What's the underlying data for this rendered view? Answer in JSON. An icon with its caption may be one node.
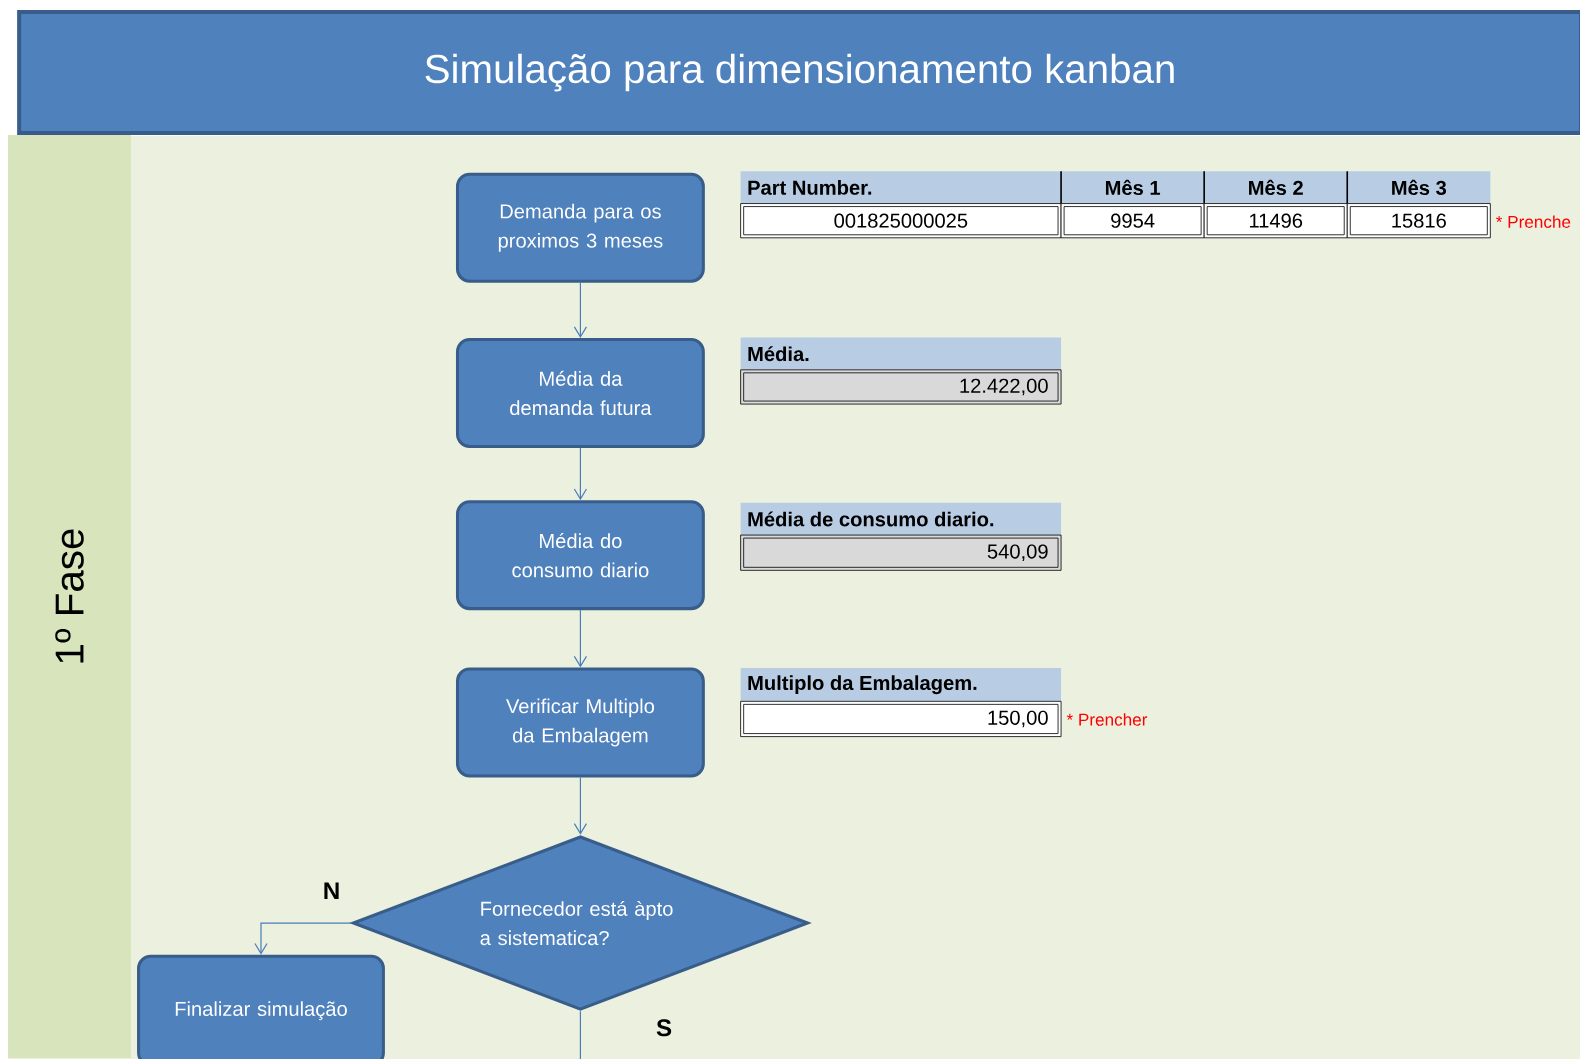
{
  "diagram": {
    "title": "Simulação para dimensionamento kanban",
    "nodes": [
      {
        "text": [
          "1º Fase"
        ]
      },
      {
        "text": [
          "Demanda para os proximos 3 meses"
        ]
      },
      {
        "text": [
          "Média da demanda futura"
        ]
      },
      {
        "text": [
          "Média do consumo diario"
        ]
      },
      {
        "text": [
          "Verificar Multiplo da Embalagem"
        ]
      },
      {
        "text": [
          "Fornecedor está àpto a sistematica?"
        ]
      },
      {
        "text": [
          "Finalizar simulação"
        ]
      }
    ],
    "edges": [
      {
        "from": 1,
        "to": 2,
        "arrow": "to"
      },
      {
        "from": 2,
        "to": 3,
        "arrow": "to"
      },
      {
        "from": 3,
        "to": 4,
        "arrow": "to"
      },
      {
        "from": 4,
        "to": 5,
        "arrow": "to"
      },
      {
        "from": 5,
        "to": 6,
        "arrow": "to",
        "label": "N"
      },
      {
        "from": 5,
        "to": null,
        "arrow": "none",
        "label": "S"
      }
    ],
    "labels": [
      "Part Number.",
      "Mês 1",
      "Mês 2",
      "Mês 3",
      "001825000025",
      "9954",
      "11496",
      "15816",
      "* Prenche",
      "Média.",
      "12.422,00",
      "Média de consumo diario.",
      "540,09",
      "Multiplo da Embalagem.",
      "150,00",
      "* Prencher"
    ]
  }
}
